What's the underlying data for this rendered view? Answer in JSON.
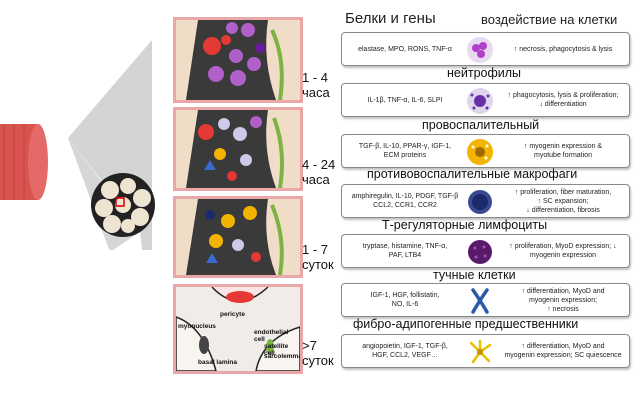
{
  "header": {
    "left": "Белки и гены",
    "right": "воздействие на клетки"
  },
  "timepoints": [
    {
      "line1": "1 - 4",
      "line2": "часа"
    },
    {
      "line1": "4 - 24",
      "line2": "часа"
    },
    {
      "line1": "1 - 7",
      "line2": "суток"
    },
    {
      "line1": ">7",
      "line2": "суток"
    }
  ],
  "rows": [
    {
      "genes": "elastase, MPO, RONS, TNF-α",
      "effect": "↑ necrosis, phagocytosis & lysis",
      "cell_icon": "neutrophil-cell-icon",
      "color": "#b040c8"
    },
    {
      "genes": "IL-1β, TNF-α, IL-6, SLPI",
      "effect": "↑ phagocytosis, lysis & proliferation;\n↓ differentiation",
      "cell_icon": "proinflammatory-macrophage-icon",
      "color": "#6a2fa8"
    },
    {
      "genes": "TGF-β, IL-10, PPAR-γ, IGF-1,\nECM proteins",
      "effect": "↑ myogenin expression &\nmyotube formation",
      "cell_icon": "anti-inflammatory-macrophage-icon",
      "color": "#f2b400"
    },
    {
      "genes": "amphiregulin, IL-10, PDGF, TGF-β\nCCL2, CCR1, CCR2",
      "effect": "↑ proliferation, fiber maturation,\n↑ SC expansion;\n↓ differentiation, fibrosis",
      "cell_icon": "treg-lymphocyte-icon",
      "color": "#1a2a6a"
    },
    {
      "genes": "tryptase, histamine, TNF-α,\nPAF, LTB4",
      "effect": "↑ proliferation, MyoD expression; ↓\nmyogenin expression",
      "cell_icon": "mast-cell-icon",
      "color": "#5a1a6a"
    },
    {
      "genes": "IGF-1, HGF, follistatin,\nNO, IL-6",
      "effect": "↑ differentiation, MyoD and\nmyogenin expression;\n↑ necrosis",
      "cell_icon": "chromosome-icon",
      "color": "#2a5aa8"
    },
    {
      "genes": "angiopoietin, IGF-1, TGF-β,\nHGF, CCL2, VEGF…",
      "effect": "↑ differentiation, MyoD and\nmyogenin expression; SC quiescence",
      "cell_icon": "fibroadipogenic-cell-icon",
      "color": "#e8c000"
    }
  ],
  "categories": [
    "нейтрофилы",
    "провоспалительный",
    "противовоспалительные макрофаги",
    "Т-регуляторные лимфоциты",
    "тучные клетки",
    "фибро-адипогенные предшественники"
  ],
  "panel4_labels": {
    "endothelial": "endothelial\ncell",
    "pericyte": "pericyte",
    "myonucleus": "myonucleus",
    "satellite": "satellite cell",
    "sarcolemma": "sarcolemma",
    "basal": "basal lamina"
  }
}
